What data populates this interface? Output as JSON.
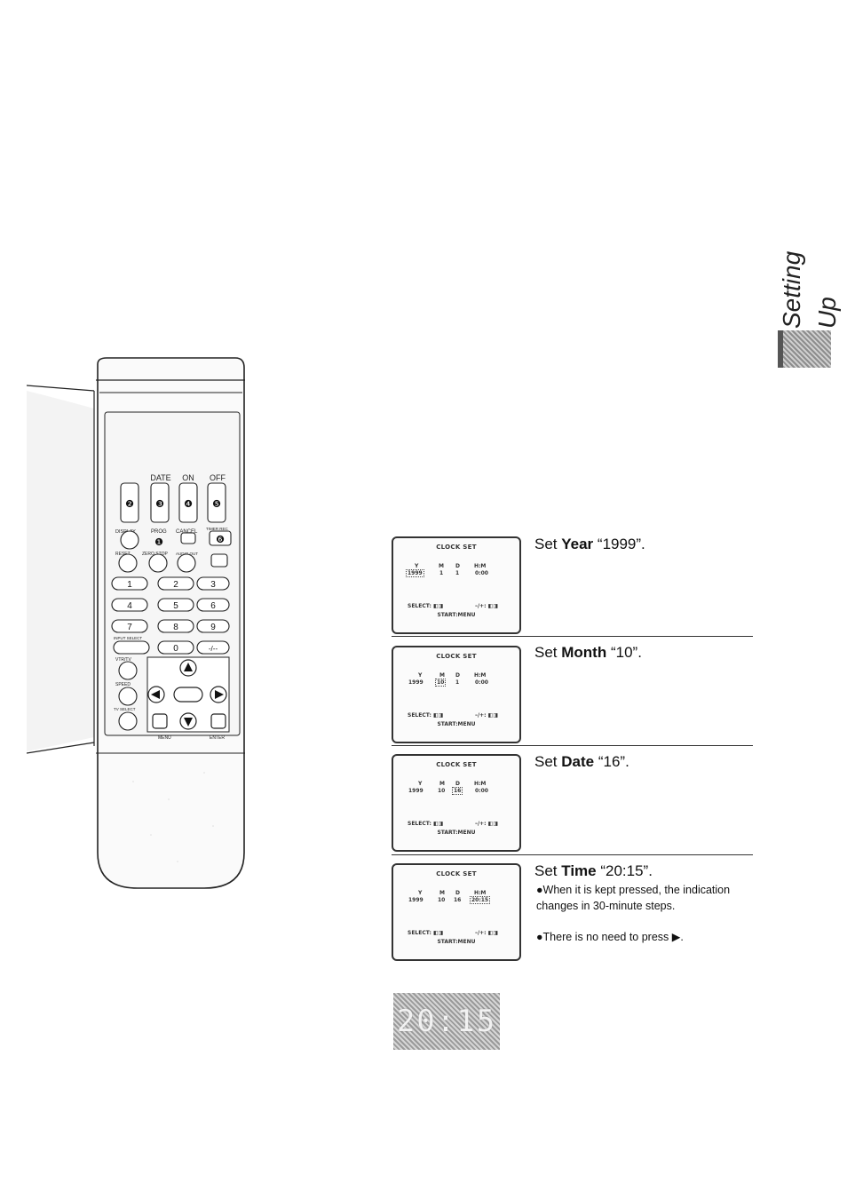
{
  "side_tab": {
    "label": "Setting Up"
  },
  "remote": {
    "top_labels": [
      "DATE",
      "ON",
      "OFF"
    ],
    "tiny_labels": [
      "DISPLAY",
      "PROG",
      "CANCEL",
      "TIMER REC",
      "RESET",
      "ZERO STOP",
      "AUDIO OUT",
      "INPUT SELECT",
      "VTR/TV",
      "SPEED",
      "TV SELECT",
      "MENU",
      "ENTER"
    ],
    "step_badges": [
      "❷",
      "❸",
      "❹",
      "❺",
      "❶",
      "❻"
    ],
    "keys": [
      "1",
      "2",
      "3",
      "4",
      "5",
      "6",
      "7",
      "8",
      "9",
      "0",
      "-/--"
    ]
  },
  "screen": {
    "title": "CLOCK SET",
    "headers": [
      "Y",
      "M",
      "D",
      "H:M"
    ],
    "select": "SELECT: ◧◨",
    "pm": "–/+: ◧◨",
    "start": "START:MENU"
  },
  "steps": [
    {
      "prefix": "Set ",
      "field": "Year",
      "value": " “1999”.",
      "vals": [
        "1999",
        "1",
        "1",
        "0:00"
      ]
    },
    {
      "prefix": "Set ",
      "field": "Month",
      "value": " “10”.",
      "vals": [
        "1999",
        "10",
        "1",
        "0:00"
      ]
    },
    {
      "prefix": "Set ",
      "field": "Date",
      "value": " “16”.",
      "vals": [
        "1999",
        "10",
        "16",
        "0:00"
      ]
    },
    {
      "prefix": "Set ",
      "field": "Time",
      "value": " “20:15”.",
      "vals": [
        "1999",
        "10",
        "16",
        "20:15"
      ]
    }
  ],
  "notes": [
    "●When it is kept pressed, the indication changes in 30-minute steps.",
    "●There is no need to press ▶."
  ],
  "display_readout": "20:15"
}
